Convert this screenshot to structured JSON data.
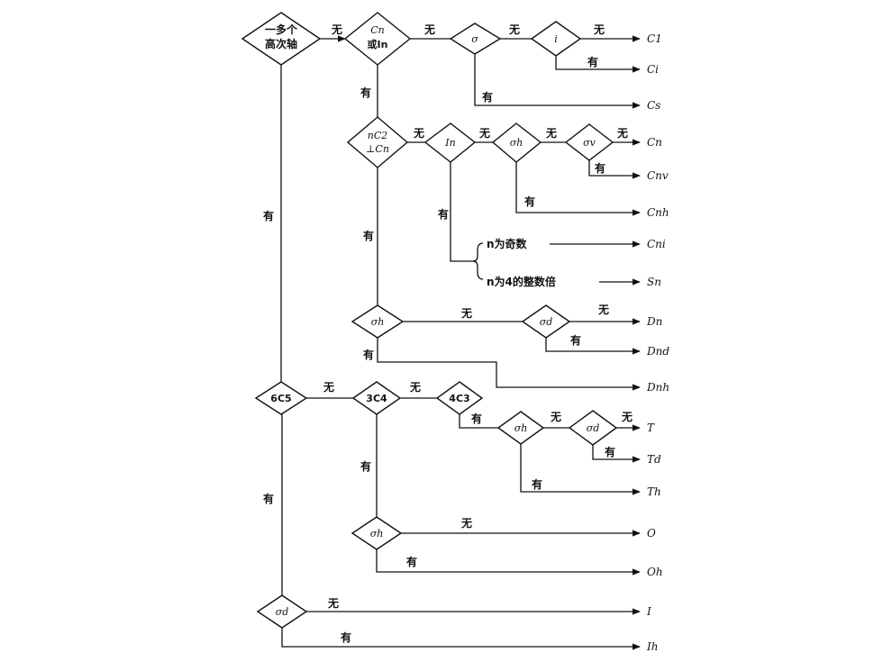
{
  "yes": "有",
  "no": "无",
  "nodes": {
    "q_multi_high_axes": {
      "line1": "一多个",
      "line2": "高次轴"
    },
    "q_cn_or_in": {
      "line1": "Cn",
      "line2": "或In"
    },
    "q_sigma": "σ",
    "q_i": "i",
    "q_nc2_perp_cn": {
      "line1": "nC2",
      "line2": "⊥Cn"
    },
    "q_in": "In",
    "q_sigma_h_1": "σh",
    "q_sigma_v": "σv",
    "q_sigma_h_2": "σh",
    "q_sigma_d_1": "σd",
    "q_6c5": "6C5",
    "q_3c4": "3C4",
    "q_4c3": "4C3",
    "q_sigma_h_3": "σh",
    "q_sigma_d_2": "σd",
    "q_sigma_h_4": "σh",
    "q_sigma_d_3": "σd"
  },
  "conditions": {
    "n_odd": "n为奇数",
    "n_multiple_of_4": "n为4的整数倍"
  },
  "results": [
    "C1",
    "Ci",
    "Cs",
    "Cn",
    "Cnv",
    "Cnh",
    "Cni",
    "Sn",
    "Dn",
    "Dnd",
    "Dnh",
    "T",
    "Td",
    "Th",
    "O",
    "Oh",
    "I",
    "Ih"
  ]
}
